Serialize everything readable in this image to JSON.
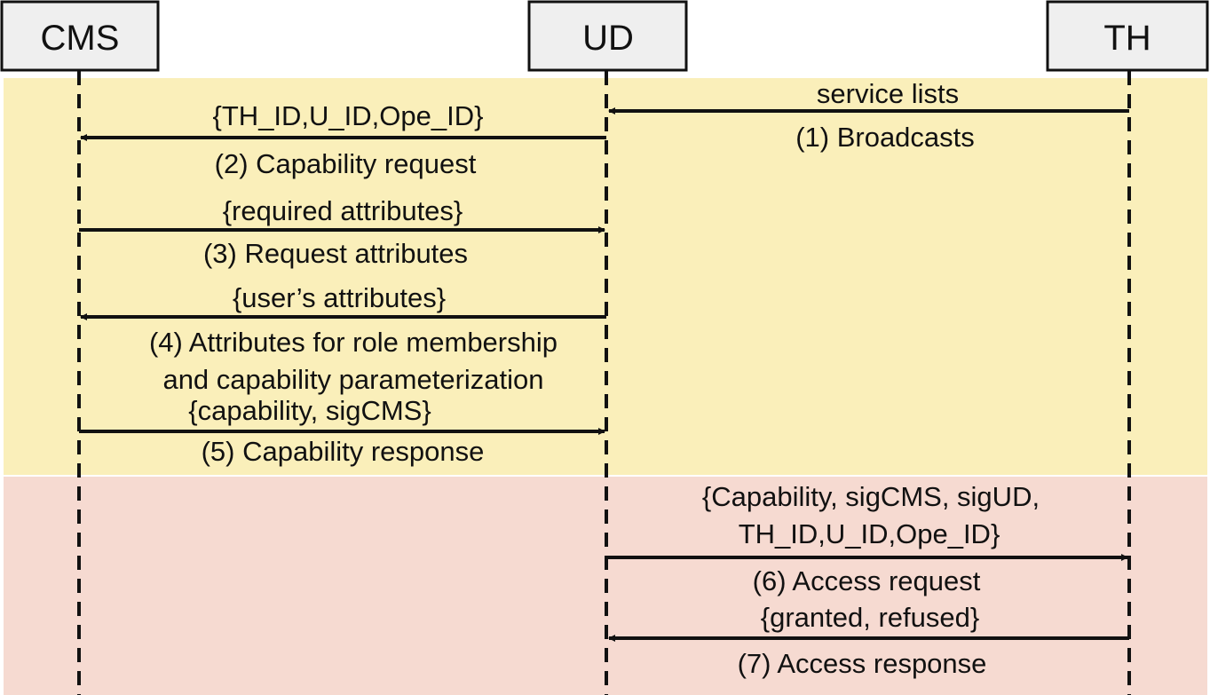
{
  "colors": {
    "phase1_band": "#FAEFBA",
    "phase2_band": "#F6DAD1",
    "actor_box_fill": "#EFEFEF",
    "line": "#111111"
  },
  "actors": [
    {
      "id": "cms",
      "label": "CMS"
    },
    {
      "id": "ud",
      "label": "UD"
    },
    {
      "id": "th",
      "label": "TH"
    }
  ],
  "messages": [
    {
      "id": "m1",
      "from": "th",
      "to": "ud",
      "payload": "service lists",
      "step": "(1) Broadcasts"
    },
    {
      "id": "m2",
      "from": "ud",
      "to": "cms",
      "payload": "{TH_ID,U_ID,Ope_ID}",
      "step": "(2) Capability request"
    },
    {
      "id": "m3",
      "from": "cms",
      "to": "ud",
      "payload": "{required attributes}",
      "step": "(3) Request attributes"
    },
    {
      "id": "m4",
      "from": "ud",
      "to": "cms",
      "payload": "{user’s attributes}",
      "step_lines": [
        "(4) Attributes for role membership",
        "and capability parameterization"
      ]
    },
    {
      "id": "m5",
      "from": "cms",
      "to": "ud",
      "payload": "{capability, sigCMS}",
      "step": "(5) Capability response"
    },
    {
      "id": "m6",
      "from": "ud",
      "to": "th",
      "payload_lines": [
        "{Capability, sigCMS, sigUD,",
        "TH_ID,U_ID,Ope_ID}"
      ],
      "step": "(6) Access request"
    },
    {
      "id": "m7",
      "from": "th",
      "to": "ud",
      "payload": "{granted, refused}",
      "step": "(7) Access response"
    }
  ]
}
